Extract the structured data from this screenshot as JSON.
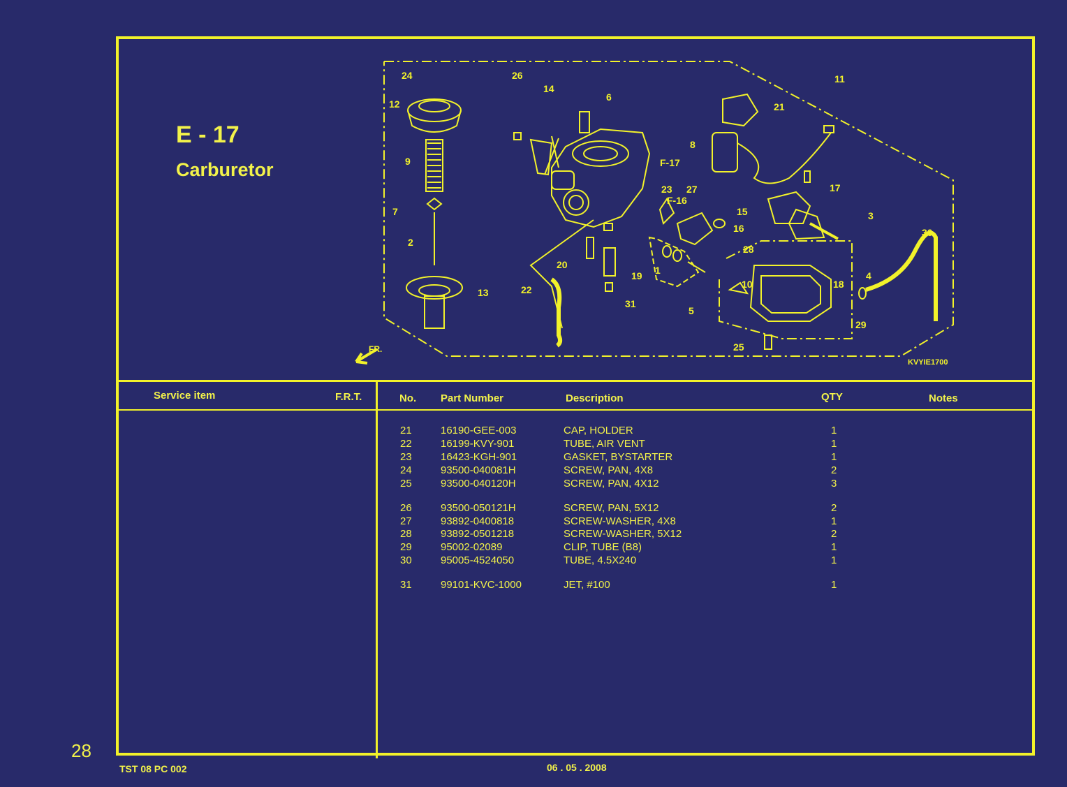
{
  "header": {
    "code": "E - 17",
    "name": "Carburetor"
  },
  "columns": {
    "service_item": "Service item",
    "frt": "F.R.T.",
    "no": "No.",
    "part_number": "Part Number",
    "description": "Description",
    "qty": "QTY",
    "notes": "Notes"
  },
  "parts": [
    {
      "no": "21",
      "part": "16190-GEE-003",
      "desc": "CAP, HOLDER",
      "qty": "1"
    },
    {
      "no": "22",
      "part": "16199-KVY-901",
      "desc": "TUBE, AIR VENT",
      "qty": "1"
    },
    {
      "no": "23",
      "part": "16423-KGH-901",
      "desc": "GASKET, BYSTARTER",
      "qty": "1"
    },
    {
      "no": "24",
      "part": "93500-040081H",
      "desc": "SCREW, PAN, 4X8",
      "qty": "2"
    },
    {
      "no": "25",
      "part": "93500-040120H",
      "desc": "SCREW, PAN, 4X12",
      "qty": "3"
    },
    {
      "no": "26",
      "part": "93500-050121H",
      "desc": "SCREW, PAN, 5X12",
      "qty": "2"
    },
    {
      "no": "27",
      "part": "93892-0400818",
      "desc": "SCREW-WASHER, 4X8",
      "qty": "1"
    },
    {
      "no": "28",
      "part": "93892-0501218",
      "desc": "SCREW-WASHER, 5X12",
      "qty": "2"
    },
    {
      "no": "29",
      "part": "95002-02089",
      "desc": "CLIP, TUBE (B8)",
      "qty": "1"
    },
    {
      "no": "30",
      "part": "95005-4524050",
      "desc": "TUBE, 4.5X240",
      "qty": "1"
    },
    {
      "no": "31",
      "part": "99101-KVC-1000",
      "desc": "JET, #100",
      "qty": "1"
    }
  ],
  "diagram": {
    "code": "KVYIE1700",
    "front_marker": "FR.",
    "refs": [
      "F-17",
      "F-16"
    ],
    "callouts": [
      "24",
      "26",
      "14",
      "6",
      "11",
      "12",
      "21",
      "8",
      "9",
      "23",
      "27",
      "17",
      "7",
      "15",
      "3",
      "16",
      "2",
      "28",
      "30",
      "20",
      "1",
      "22",
      "19",
      "5",
      "13",
      "31",
      "10",
      "18",
      "4",
      "29",
      "25"
    ]
  },
  "footer": {
    "page": "28",
    "doc_code": "TST 08 PC 002",
    "date": "06 . 05 . 2008"
  },
  "colors": {
    "background": "#282a6a",
    "line": "#f2f22a",
    "text": "#f2f24a"
  }
}
